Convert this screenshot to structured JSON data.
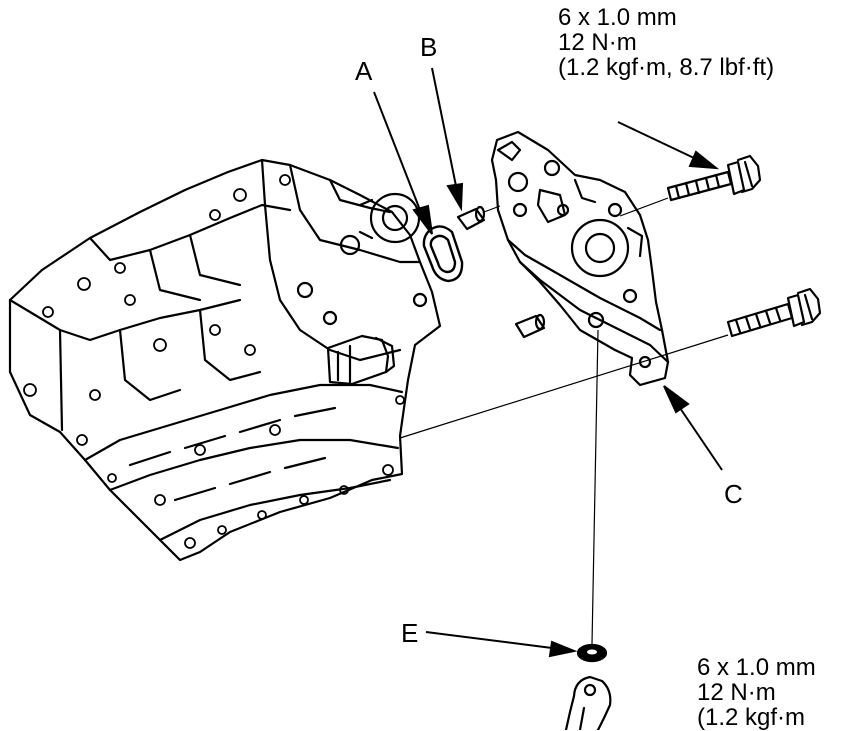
{
  "callouts": {
    "a": "A",
    "b": "B",
    "c": "C",
    "e": "E"
  },
  "torque_specs": [
    {
      "size": "6 x 1.0 mm",
      "torque": "12 N·m",
      "alt": "(1.2 kgf·m, 8.7 lbf·ft)"
    },
    {
      "size": "6 x 1.0 mm",
      "torque": "12 N·m",
      "alt": "(1.2 kgf·m"
    }
  ],
  "colors": {
    "ink": "#000000",
    "paper": "#ffffff"
  }
}
